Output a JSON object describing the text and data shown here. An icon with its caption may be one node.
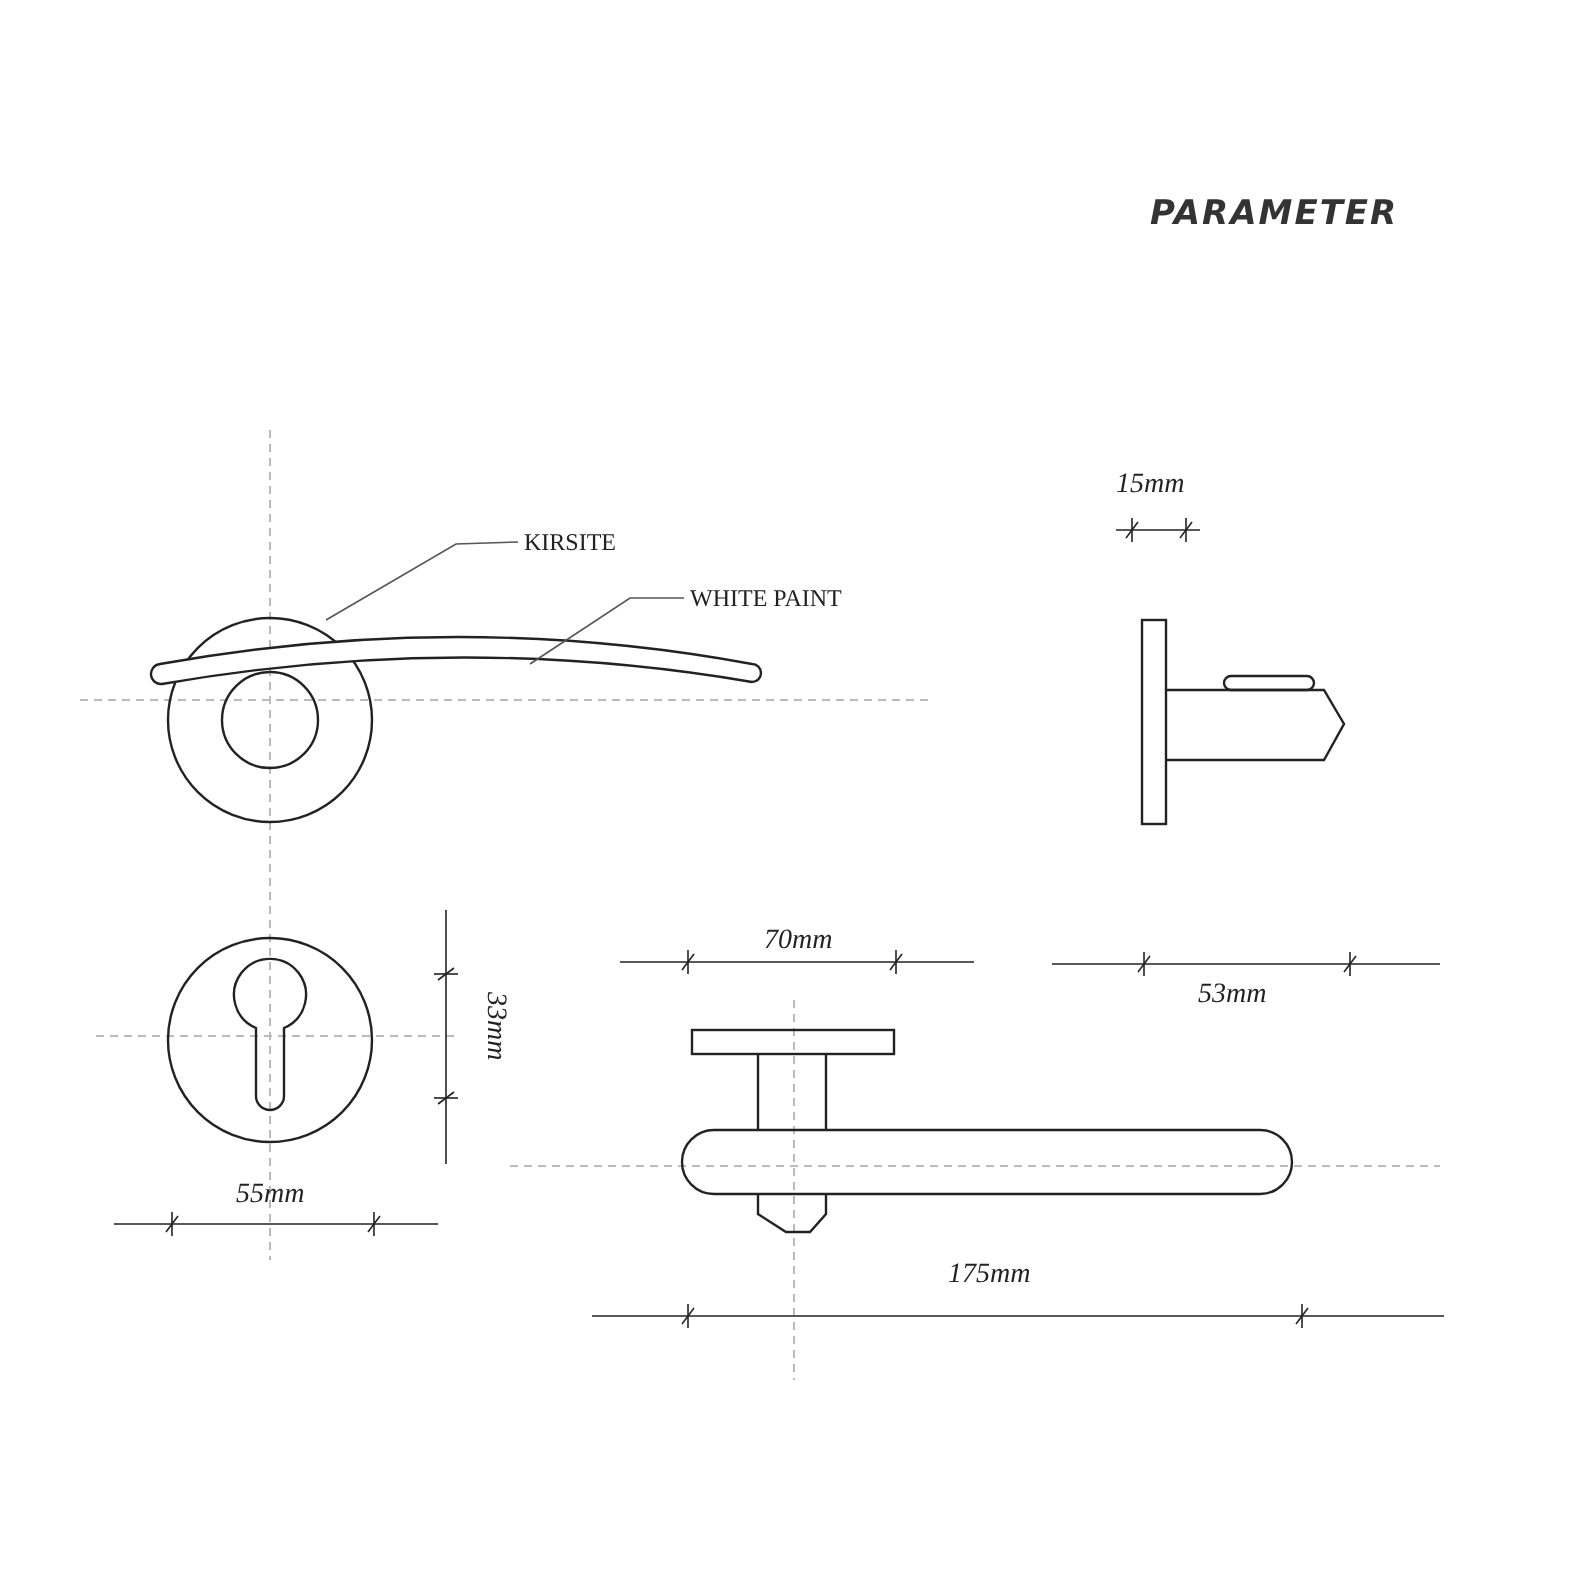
{
  "diagram": {
    "title": "PARAMETER",
    "nodes": [
      {
        "text": [
          "KIRSITE"
        ]
      },
      {
        "text": [
          "WHITE PAINT"
        ]
      },
      {
        "text": [],
        "shape": "picture"
      },
      {
        "text": [],
        "shape": "picture"
      }
    ],
    "edges": [
      {
        "from": 0,
        "to": 2,
        "arrow": "none"
      },
      {
        "from": 1,
        "to": 3,
        "arrow": "none"
      }
    ],
    "labels": [
      "15mm",
      "70mm",
      "53mm",
      "33mm",
      "55mm",
      "175mm"
    ]
  }
}
